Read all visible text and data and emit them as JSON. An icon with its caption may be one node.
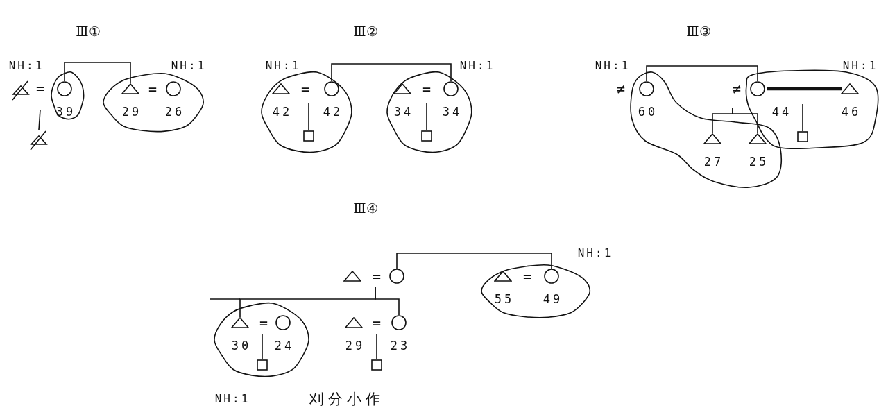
{
  "diagram": {
    "nodes": [
      {
        "text": [],
        "shape": "triangle"
      },
      {
        "text": [],
        "shape": "blob"
      },
      {
        "text": [],
        "shape": "circle",
        "in": 1,
        "beside": [
          "39"
        ]
      },
      {
        "text": [],
        "shape": "blob"
      },
      {
        "text": [],
        "shape": "triangle",
        "in": 3,
        "beside": [
          "29"
        ]
      },
      {
        "text": [],
        "shape": "circle",
        "in": 3,
        "beside": [
          "26"
        ]
      },
      {
        "text": [],
        "shape": "triangle"
      },
      {
        "text": [],
        "shape": "blob"
      },
      {
        "text": [],
        "shape": "triangle",
        "in": 7,
        "beside": [
          "42"
        ]
      },
      {
        "text": [],
        "shape": "circle",
        "in": 7,
        "beside": [
          "42"
        ]
      },
      {
        "text": [],
        "shape": "square",
        "in": 7
      },
      {
        "text": [],
        "shape": "blob"
      },
      {
        "text": [],
        "shape": "triangle",
        "in": 11,
        "beside": [
          "34"
        ]
      },
      {
        "text": [],
        "shape": "circle",
        "in": 11,
        "beside": [
          "34"
        ]
      },
      {
        "text": [],
        "shape": "square",
        "in": 11
      },
      {
        "text": [],
        "shape": "blob"
      },
      {
        "text": [],
        "shape": "circle",
        "in": 15,
        "beside": [
          "60"
        ]
      },
      {
        "text": [],
        "shape": "triangle",
        "in": 15,
        "beside": [
          "27"
        ]
      },
      {
        "text": [],
        "shape": "triangle",
        "in": 15,
        "beside": [
          "25"
        ]
      },
      {
        "text": [],
        "shape": "blob"
      },
      {
        "text": [],
        "shape": "circle",
        "in": 19,
        "beside": [
          "44"
        ]
      },
      {
        "text": [],
        "shape": "triangle",
        "in": 19,
        "beside": [
          "46"
        ]
      },
      {
        "text": [],
        "shape": "square",
        "in": 19
      },
      {
        "text": [],
        "shape": "triangle"
      },
      {
        "text": [],
        "shape": "circle"
      },
      {
        "text": [],
        "shape": "blob"
      },
      {
        "text": [],
        "shape": "triangle",
        "in": 25,
        "beside": [
          "55"
        ]
      },
      {
        "text": [],
        "shape": "circle",
        "in": 25,
        "beside": [
          "49"
        ]
      },
      {
        "text": [],
        "shape": "blob"
      },
      {
        "text": [],
        "shape": "triangle",
        "in": 28,
        "beside": [
          "30"
        ]
      },
      {
        "text": [],
        "shape": "circle",
        "in": 28,
        "beside": [
          "24"
        ]
      },
      {
        "text": [],
        "shape": "square",
        "in": 28
      },
      {
        "text": [],
        "shape": "triangle",
        "beside": [
          "29"
        ]
      },
      {
        "text": [],
        "shape": "circle",
        "beside": [
          "23"
        ]
      },
      {
        "text": [],
        "shape": "square"
      }
    ],
    "edges": [
      {
        "from": 2,
        "to": 4,
        "arrow": "none"
      },
      {
        "from": null,
        "to": 6,
        "arrow": "none"
      },
      {
        "from": 9,
        "to": 13,
        "arrow": "none"
      },
      {
        "from": null,
        "to": 10,
        "arrow": "none"
      },
      {
        "from": null,
        "to": 14,
        "arrow": "none"
      },
      {
        "from": 16,
        "to": 20,
        "arrow": "none"
      },
      {
        "from": null,
        "to": 17,
        "arrow": "none"
      },
      {
        "from": null,
        "to": 18,
        "arrow": "none"
      },
      {
        "from": 20,
        "to": 21,
        "arrow": "none",
        "style": "thick"
      },
      {
        "from": null,
        "to": 22,
        "arrow": "none"
      },
      {
        "from": 24,
        "to": 27,
        "arrow": "none"
      },
      {
        "from": null,
        "to": 29,
        "arrow": "none"
      },
      {
        "from": null,
        "to": 33,
        "arrow": "none"
      },
      {
        "from": null,
        "to": 31,
        "arrow": "none"
      },
      {
        "from": null,
        "to": 34,
        "arrow": "none"
      }
    ],
    "labels": [
      "Ⅲ①",
      "NH:1",
      "NH:1",
      "=",
      "=",
      "Ⅲ②",
      "NH:1",
      "NH:1",
      "=",
      "=",
      "Ⅲ③",
      "NH:1",
      "NH:1",
      "≠",
      "≠",
      "Ⅲ④",
      "NH:1",
      "=",
      "=",
      "=",
      "=",
      "NH:1",
      "刈分小作"
    ]
  }
}
